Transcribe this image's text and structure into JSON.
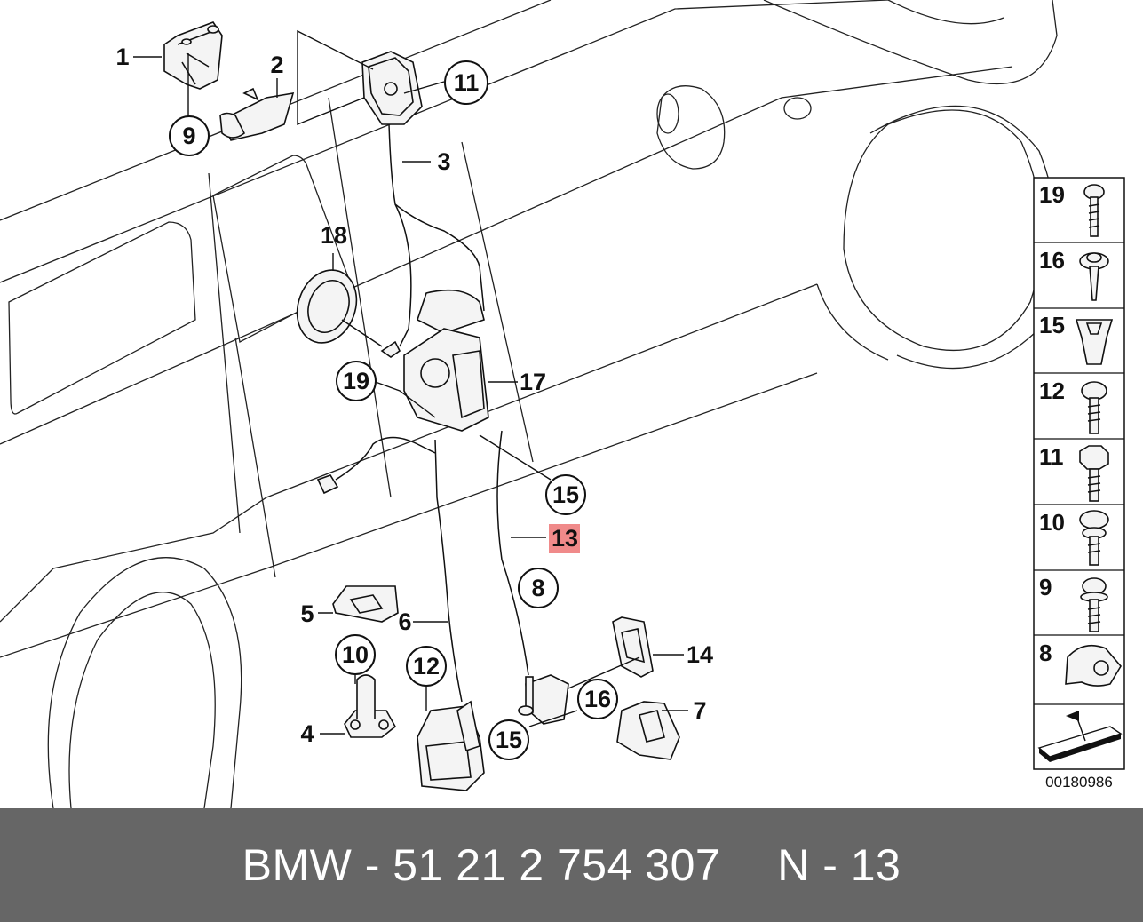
{
  "diagram": {
    "figure_id": "00180986",
    "highlighted_label": "13",
    "highlight_color": "#f08a8a",
    "labels": [
      "1",
      "2",
      "3",
      "4",
      "5",
      "6",
      "7",
      "8",
      "9",
      "10",
      "11",
      "12",
      "13",
      "14",
      "15",
      "16",
      "17",
      "18",
      "19"
    ],
    "legend": [
      "19",
      "16",
      "15",
      "12",
      "11",
      "10",
      "9",
      "8"
    ],
    "callouts": {
      "p1": "1",
      "p2": "2",
      "p3": "3",
      "p4": "4",
      "p5": "5",
      "p6": "6",
      "p7": "7",
      "p8": "8",
      "p9": "9",
      "p10": "10",
      "p11": "11",
      "p12": "12",
      "p13": "13",
      "p14": "14",
      "p15a": "15",
      "p15b": "15",
      "p16": "16",
      "p17": "17",
      "p18": "18",
      "p19": "19"
    }
  },
  "footer": {
    "part_text": "BMW - 51 21 2 754 307",
    "position_text": "N - 13"
  }
}
